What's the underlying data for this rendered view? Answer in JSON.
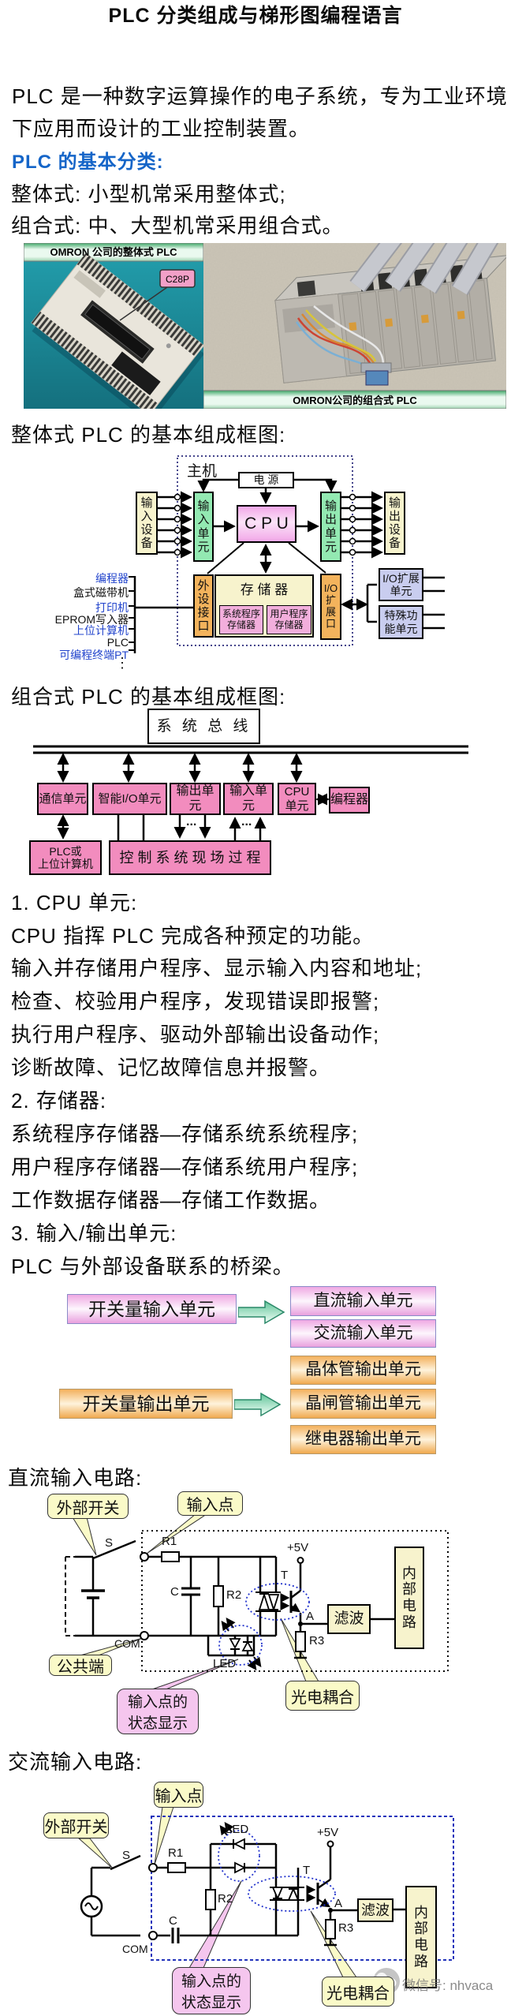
{
  "colors": {
    "heading_blue": "#1565C8",
    "peripheral_blue": "#2244CC",
    "pink_unit": "#F28CBE",
    "pale_yellow": "#F7F3CD",
    "green_unit": "#93E9B2",
    "orange_unit": "#F3B35C",
    "lavender_unit": "#C9CDEF",
    "cpu_pink": "#F6BDEF",
    "callout_yellow": "#FAFAC8",
    "callout_pink": "#F5C6EE",
    "photo_teal": "#1E8E9E",
    "banner_green": "#52B374",
    "arrow_green": "#7FD4AC",
    "watermark_gray": "#8A8A8A"
  },
  "title": "PLC 分类组成与梯形图编程语言",
  "intro_lines": [
    "PLC 是一种数字运算操作的电子系统，专为工业环境",
    "下应用而设计的工业控制装置。"
  ],
  "classification": {
    "heading": "PLC 的基本分类:",
    "integral": "整体式: 小型机常采用整体式;",
    "modular": "组合式: 中、大型机常采用组合式。"
  },
  "photos": {
    "left_caption": "OMRON 公司的整体式 PLC",
    "device_label": "C28P",
    "right_caption": "OMRON公司的组合式 PLC"
  },
  "diagram1": {
    "heading": "整体式 PLC 的基本组成框图:",
    "host": "主机",
    "power": "电 源",
    "input_device": "输\n入\n设\n备",
    "input_unit": "输\n入\n单\n元",
    "cpu": "C P U",
    "output_unit": "输\n出\n单\n元",
    "output_device": "输\n出\n设\n备",
    "memory_title": "存 储 器",
    "sys_program_mem": "系统程序\n存储器",
    "user_program_mem": "用户程序\n存储器",
    "peripheral_if": "外\n设\n接\n口",
    "io_expand_port": "I/O\n扩\n展\n口",
    "io_expand_unit": "I/O扩展\n单元",
    "special_unit": "特殊功\n能单元",
    "peripherals": [
      {
        "label": "编程器",
        "color": "#2244CC"
      },
      {
        "label": "盒式磁带机",
        "color": "#111111"
      },
      {
        "label": "打印机",
        "color": "#2244CC"
      },
      {
        "label": "EPROM写入器",
        "color": "#111111"
      },
      {
        "label": "上位计算机",
        "color": "#2244CC"
      },
      {
        "label": "PLC",
        "color": "#111111"
      },
      {
        "label": "可编程终端PT",
        "color": "#2244CC"
      }
    ],
    "ellipsis": "⋮"
  },
  "diagram2": {
    "heading": "组合式 PLC 的基本组成框图:",
    "bus": "系 统 总 线",
    "comm_unit": "通信单元",
    "smart_io_unit": "智能I/O单元",
    "output_unit": "输出单元",
    "input_unit": "输入单元",
    "cpu_unit": "CPU\n单元",
    "programmer": "编程器",
    "plc_host": "PLC或\n上位计算机",
    "process": "控 制 系 统 现 场 过 程",
    "dots": "..."
  },
  "body_lines": [
    "1. CPU 单元:",
    "CPU 指挥 PLC 完成各种预定的功能。",
    "输入并存储用户程序、显示输入内容和地址;",
    "检查、校验用户程序，发现错误即报警;",
    "执行用户程序、驱动外部输出设备动作;",
    "诊断故障、记忆故障信息并报警。",
    "2. 存储器:",
    "系统程序存储器—存储系统系统程序;",
    "用户程序存储器—存储系统用户程序;",
    "工作数据存储器—存储工作数据。",
    "3. 输入/输出单元:",
    "PLC 与外部设备联系的桥梁。"
  ],
  "io_types": {
    "input_header": "开关量输入单元",
    "output_header": "开关量输出单元",
    "input_types": [
      "直流输入单元",
      "交流输入单元"
    ],
    "output_types": [
      "晶体管输出单元",
      "晶闸管输出单元",
      "继电器输出单元"
    ]
  },
  "dc_circuit": {
    "heading": "直流输入电路:",
    "external_switch": "外部开关",
    "input_point": "输入点",
    "common": "公共端",
    "com": "COM",
    "status_display": "输入点的\n状态显示",
    "opto": "光电耦合",
    "filter": "滤波",
    "internal": "内\n部\n电\n路",
    "s": "S",
    "r1": "R1",
    "c": "C",
    "r2": "R2",
    "r3": "R3",
    "led": "LED",
    "t": "T",
    "v5": "+5V",
    "a": "A"
  },
  "ac_circuit": {
    "heading": "交流输入电路:",
    "external_switch": "外部开关",
    "input_point": "输入点",
    "com": "COM",
    "status_display": "输入点的\n状态显示",
    "opto": "光电耦合",
    "filter": "滤波",
    "internal": "内\n部\n电\n路",
    "s": "S",
    "r1": "R1",
    "c": "C",
    "r2": "R2",
    "r3": "R3",
    "led": "LED",
    "t": "T",
    "v5": "+5V",
    "a": "A"
  },
  "watermark": "微信号: nhvaca"
}
